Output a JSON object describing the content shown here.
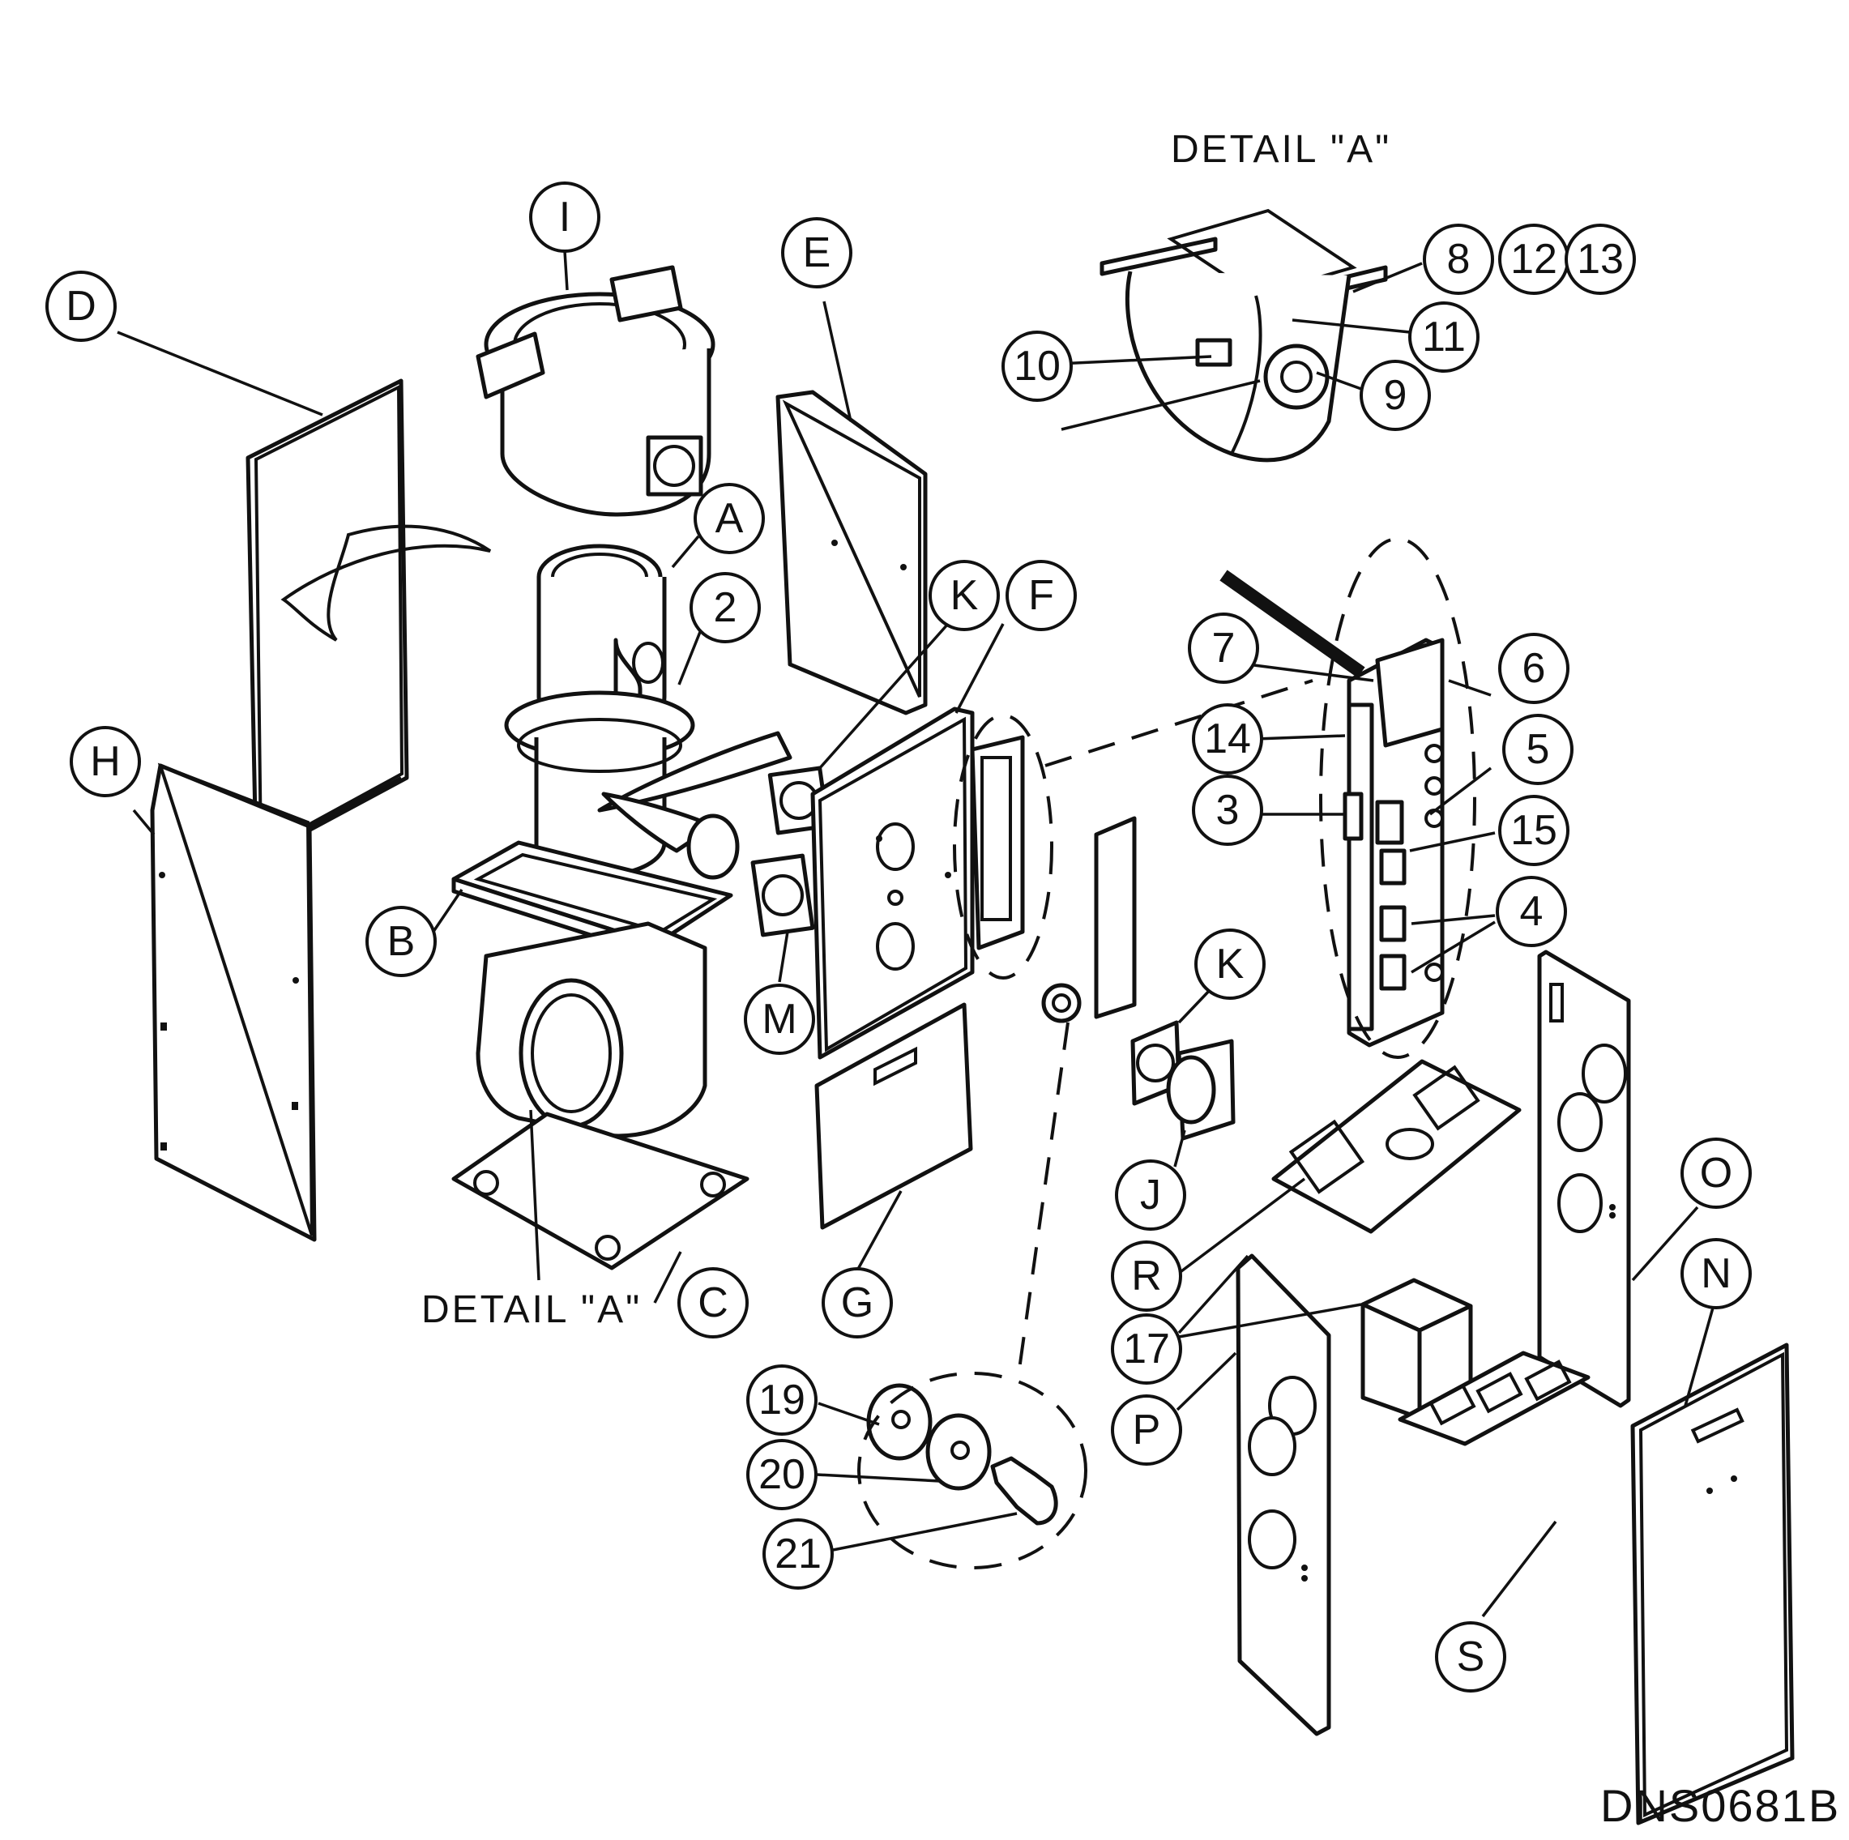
{
  "diagram": {
    "detail_a_top_caption": "DETAIL \"A\"",
    "detail_a_bottom_caption": "DETAIL \"A\"",
    "drawing_number": "DNS0681B",
    "callouts": {
      "D": "D",
      "H": "H",
      "I": "I",
      "E": "E",
      "A": "A",
      "2": "2",
      "K_top": "K",
      "F": "F",
      "B": "B",
      "M": "M",
      "C": "C",
      "G": "G",
      "8": "8",
      "12": "12",
      "13": "13",
      "10": "10",
      "11": "11",
      "9": "9",
      "7": "7",
      "6": "6",
      "14": "14",
      "5": "5",
      "3": "3",
      "15": "15",
      "4": "4",
      "K_mid": "K",
      "J": "J",
      "R": "R",
      "17": "17",
      "P": "P",
      "O": "O",
      "N": "N",
      "S": "S",
      "19": "19",
      "20": "20",
      "21": "21"
    }
  }
}
